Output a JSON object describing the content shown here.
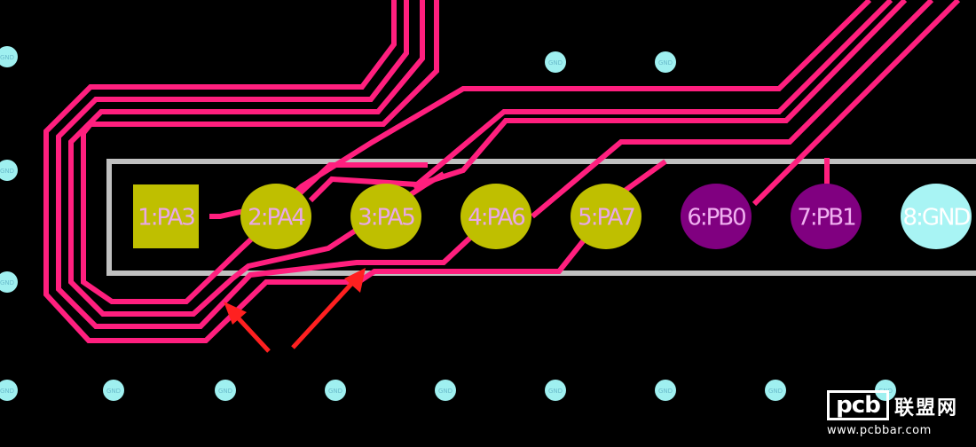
{
  "colors": {
    "trace": "#ff1f7e",
    "pad_signal": "#bfbf00",
    "pad_pb": "#800080",
    "pad_gnd": "#a8f4f4",
    "outline": "#c0c0c0",
    "via": "#9ff0f0",
    "arrow": "#ff2020",
    "label_signal": "#e8a8e8",
    "label_pb": "#f0b0f0",
    "label_gnd": "#ffffff"
  },
  "pads": [
    {
      "label": "1:PA3",
      "shape": "square",
      "kind": "signal"
    },
    {
      "label": "2:PA4",
      "shape": "oval",
      "kind": "signal"
    },
    {
      "label": "3:PA5",
      "shape": "oval",
      "kind": "signal"
    },
    {
      "label": "4:PA6",
      "shape": "oval",
      "kind": "signal"
    },
    {
      "label": "5:PA7",
      "shape": "oval",
      "kind": "signal"
    },
    {
      "label": "6:PB0",
      "shape": "oval",
      "kind": "pb"
    },
    {
      "label": "7:PB1",
      "shape": "oval",
      "kind": "pb"
    },
    {
      "label": "8:GND",
      "shape": "oval",
      "kind": "gnd"
    }
  ],
  "via_label": "GND",
  "watermark": {
    "logo": "pcb",
    "name": "联盟网",
    "url": "www.pcbbar.com"
  }
}
